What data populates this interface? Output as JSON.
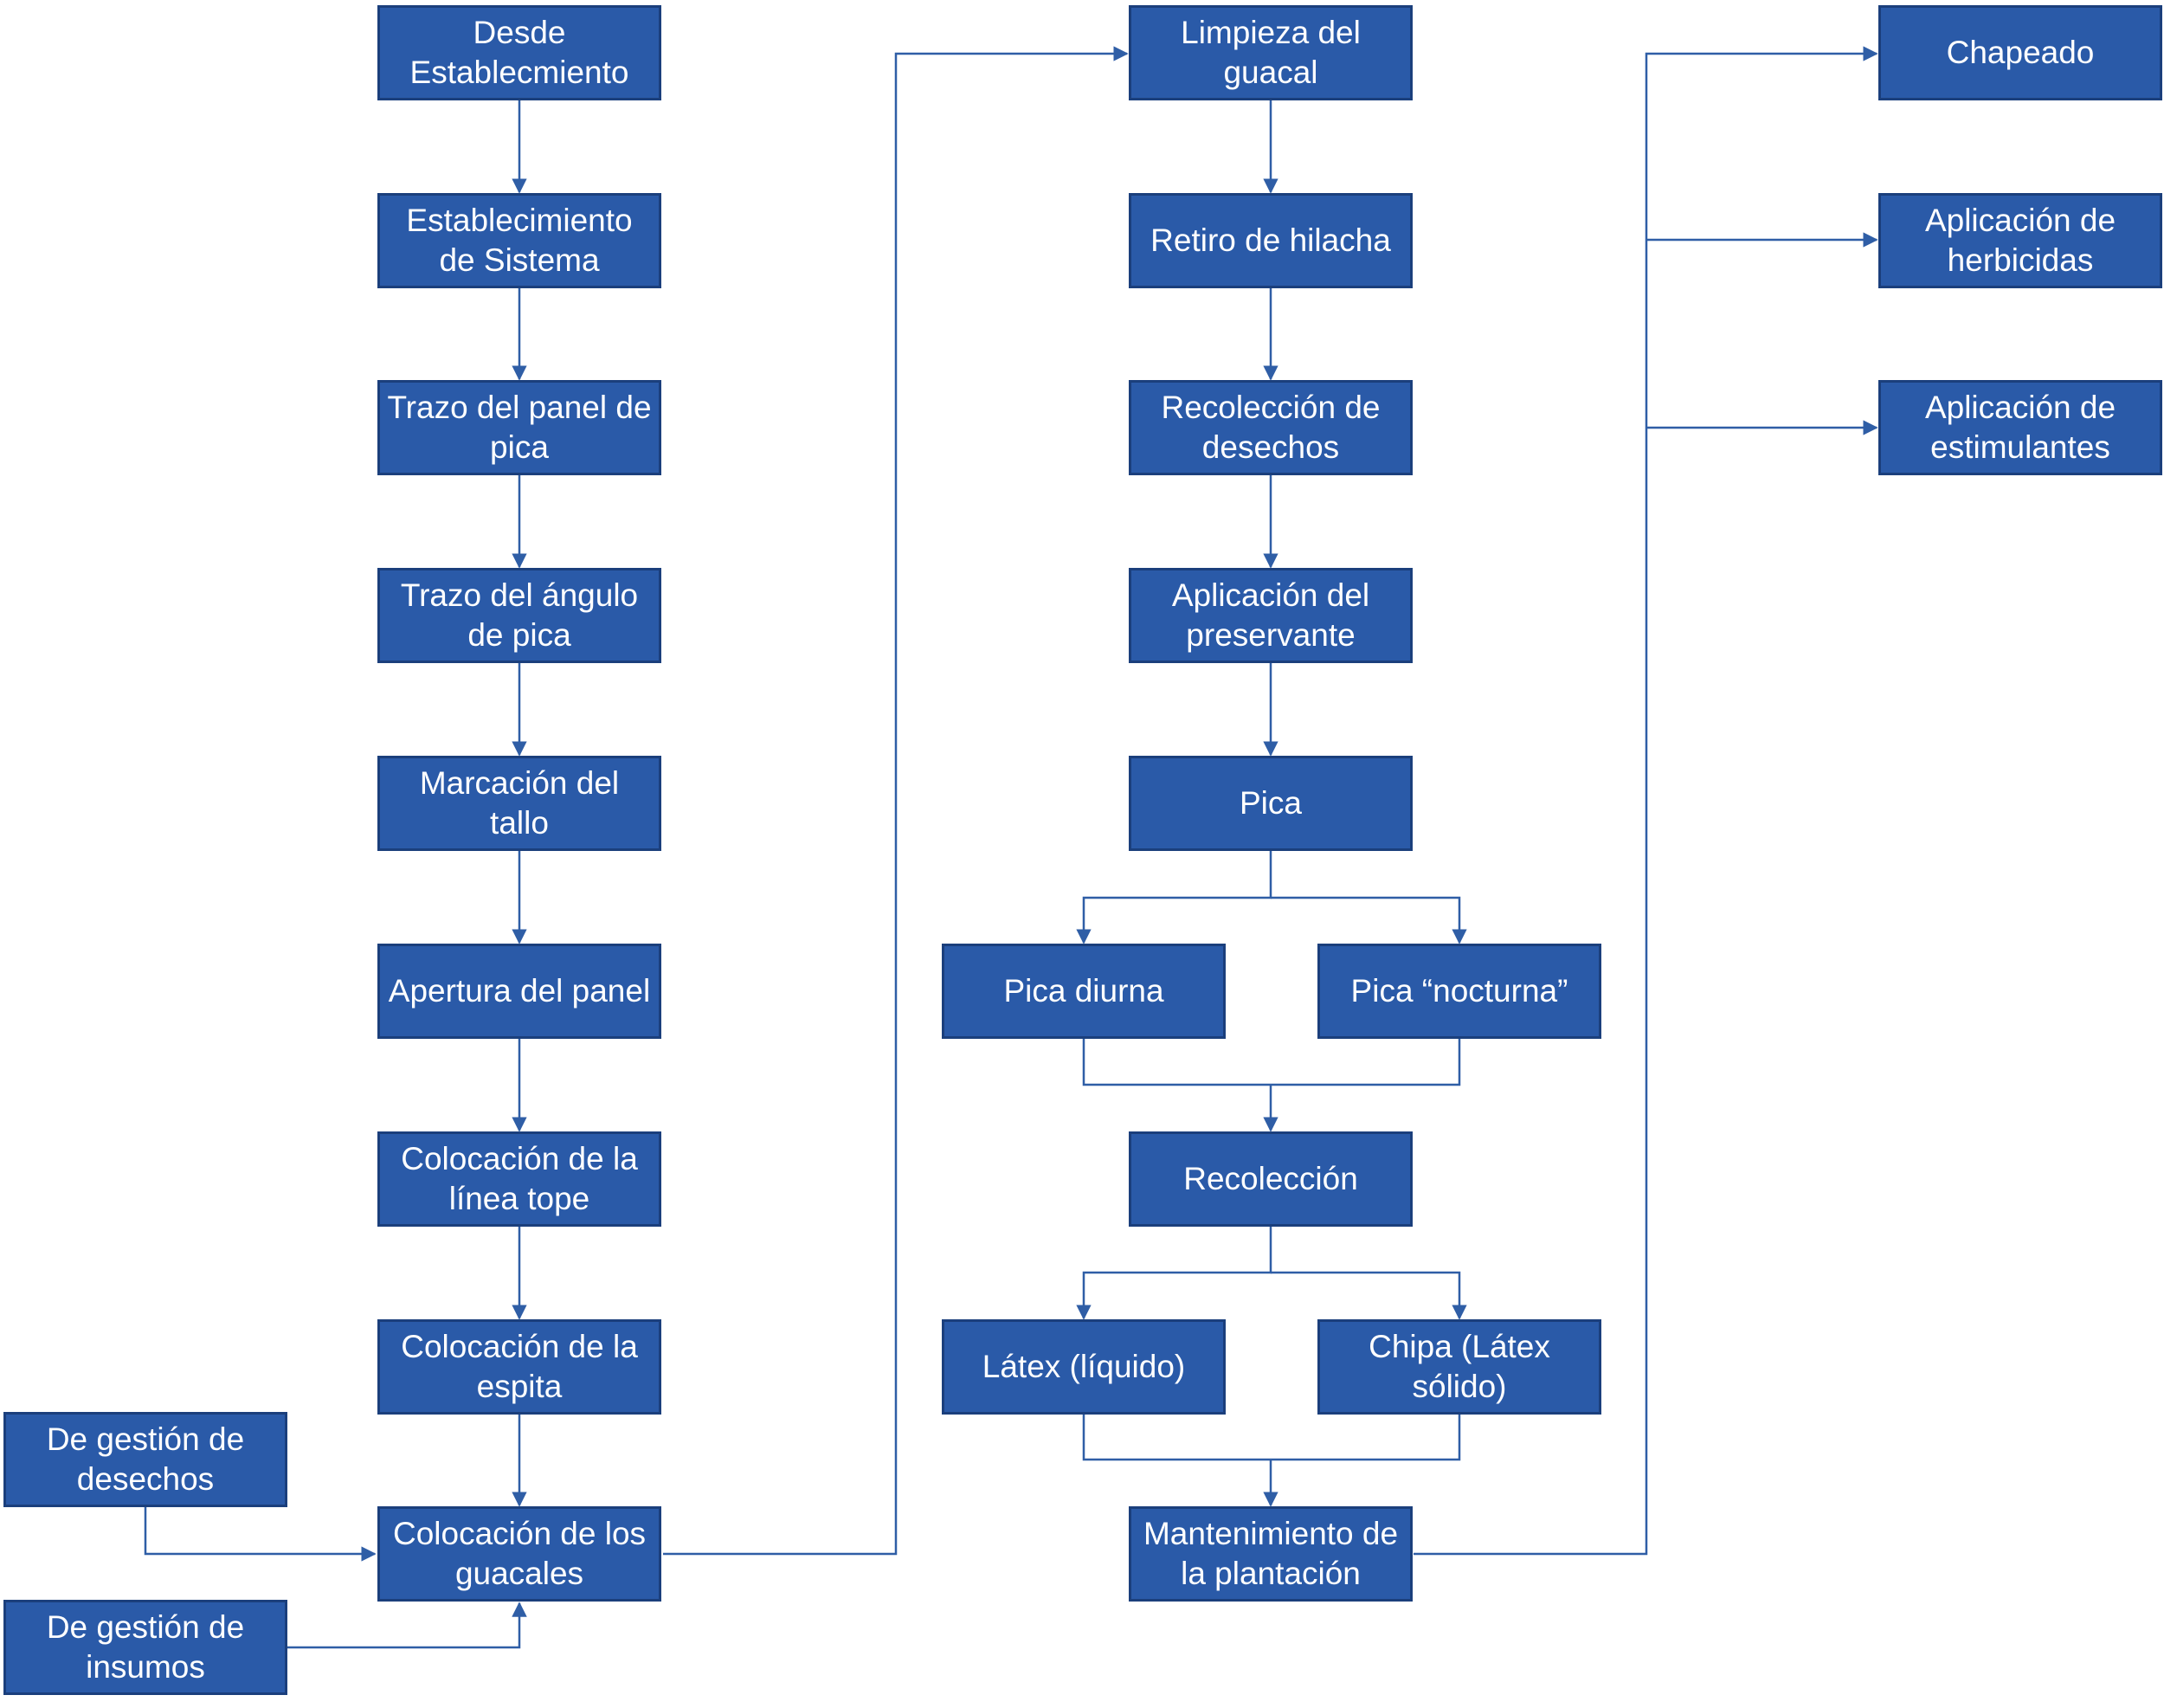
{
  "colors": {
    "box_fill": "#2a5aa8",
    "box_border": "#1b3f7c",
    "text": "#ffffff",
    "connector": "#2f5ea6"
  },
  "nodes": {
    "desde_establecimiento": "Desde Establecmiento",
    "establecimiento_sistema": "Establecimiento de Sistema",
    "trazo_panel": "Trazo del panel de pica",
    "trazo_angulo": "Trazo del ángulo de pica",
    "marcacion_tallo": "Marcación del tallo",
    "apertura_panel": "Apertura del panel",
    "colocacion_linea": "Colocación de la línea tope",
    "colocacion_espita": "Colocación de la espita",
    "colocacion_guacales": "Colocación de los guacales",
    "gestion_desechos": "De gestión de desechos",
    "gestion_insumos": "De gestión de insumos",
    "limpieza_guacal": "Limpieza del guacal",
    "retiro_hilacha": "Retiro de hilacha",
    "recoleccion_desechos": "Recolección de desechos",
    "aplicacion_preservante": "Aplicación del preservante",
    "pica": "Pica",
    "pica_diurna": "Pica diurna",
    "pica_nocturna": "Pica “nocturna”",
    "recoleccion": "Recolección",
    "latex_liquido": "Látex (líquido)",
    "chipa": "Chipa (Látex sólido)",
    "mantenimiento": "Mantenimiento de la plantación",
    "chapeado": "Chapeado",
    "aplicacion_herbicidas": "Aplicación de herbicidas",
    "aplicacion_estimulantes": "Aplicación de estimulantes"
  }
}
